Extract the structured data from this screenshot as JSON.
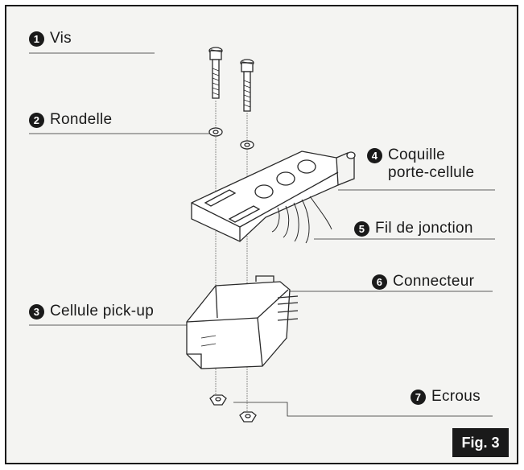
{
  "labels": {
    "vis": {
      "num": "1",
      "text": "Vis"
    },
    "rondelle": {
      "num": "2",
      "text": "Rondelle"
    },
    "cellule": {
      "num": "3",
      "text": "Cellule pick-up"
    },
    "coquille": {
      "num": "4",
      "text_line1": "Coquille",
      "text_line2": "porte-cellule"
    },
    "fil": {
      "num": "5",
      "text": "Fil de jonction"
    },
    "connecteur": {
      "num": "6",
      "text": "Connecteur"
    },
    "ecrous": {
      "num": "7",
      "text": "Ecrous"
    }
  },
  "figure_label": "Fig. 3"
}
